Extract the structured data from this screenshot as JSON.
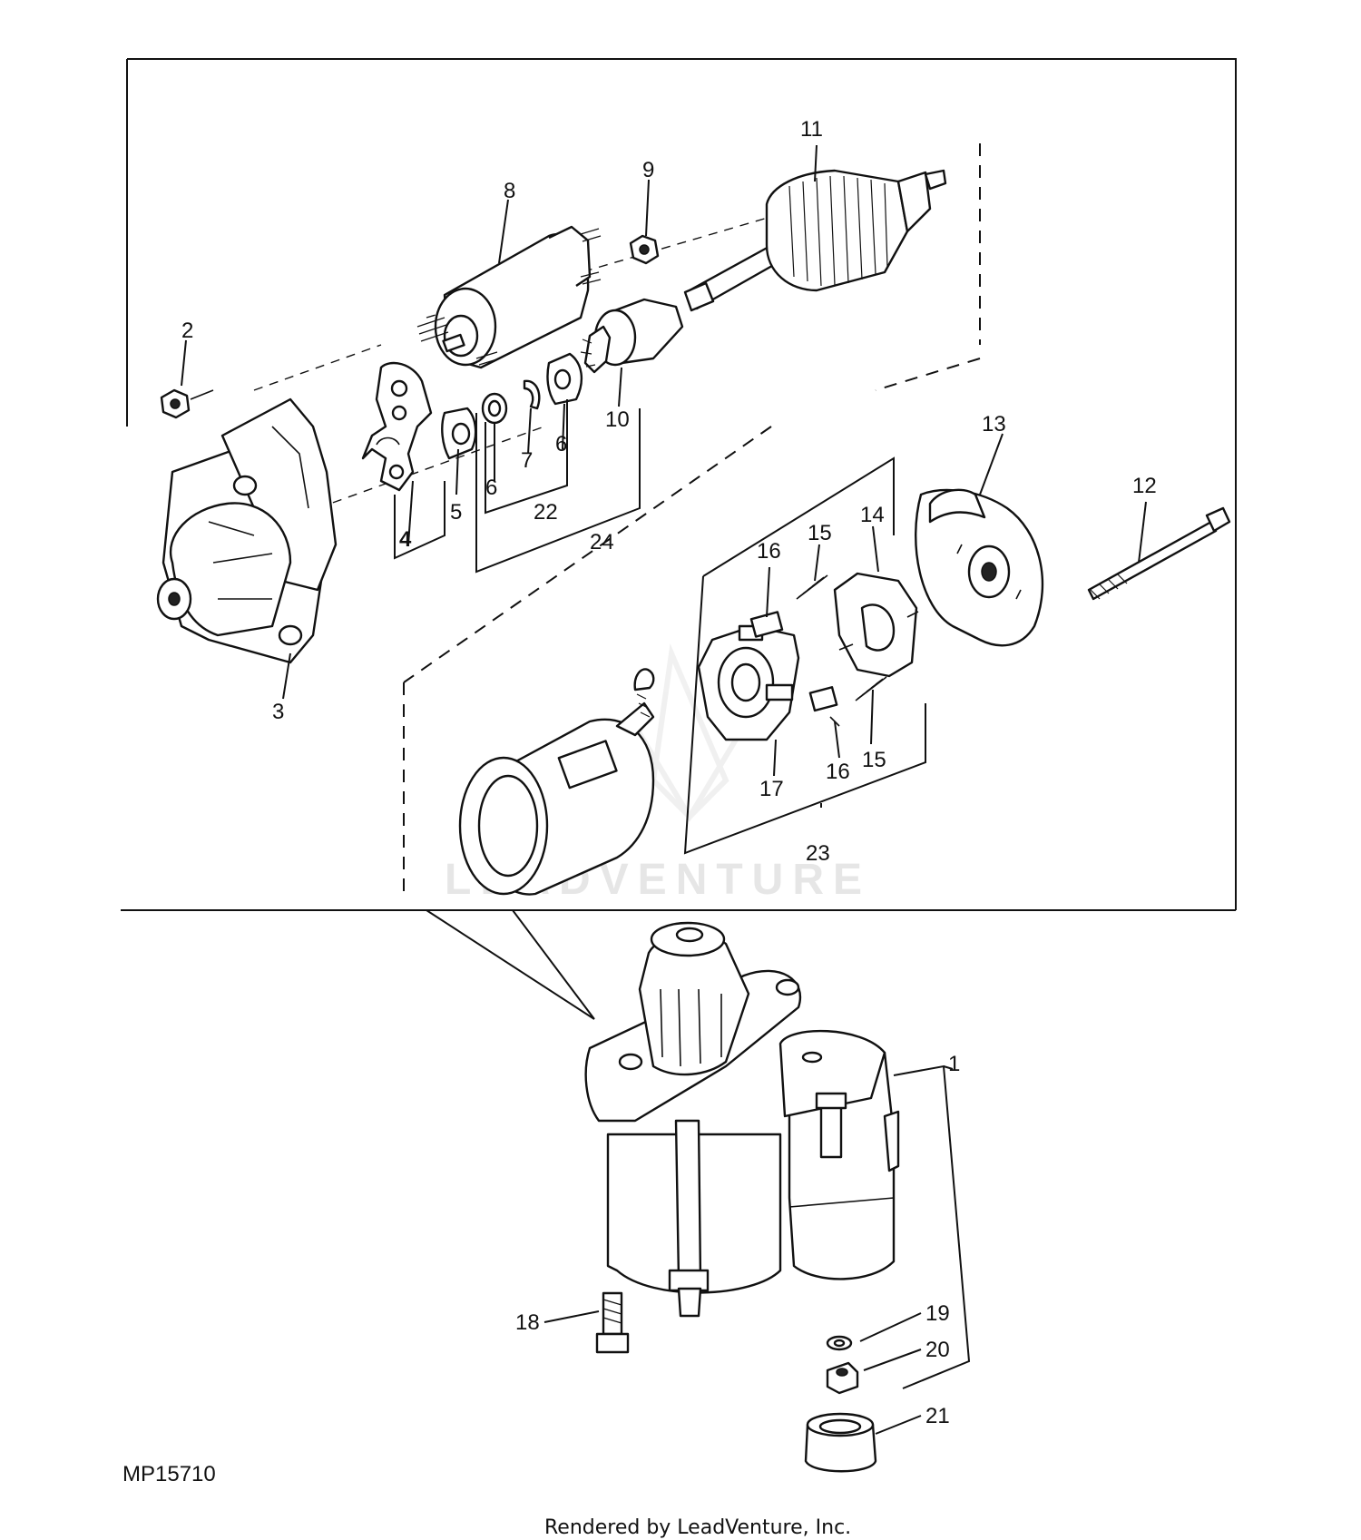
{
  "diagram": {
    "figure_id": "MP15710",
    "watermark": "LEADVENTURE",
    "footer": "Rendered by LeadVenture, Inc.",
    "callouts": {
      "c1": "1",
      "c2": "2",
      "c3": "3",
      "c4": "4",
      "c5": "5",
      "c6a": "6",
      "c6b": "6",
      "c7": "7",
      "c8": "8",
      "c9": "9",
      "c10": "10",
      "c11": "11",
      "c12": "12",
      "c13": "13",
      "c14": "14",
      "c15a": "15",
      "c15b": "15",
      "c16a": "16",
      "c16b": "16",
      "c17": "17",
      "c18": "18",
      "c19": "19",
      "c20": "20",
      "c21": "21",
      "c22": "22",
      "c23": "23",
      "c24": "24"
    }
  }
}
